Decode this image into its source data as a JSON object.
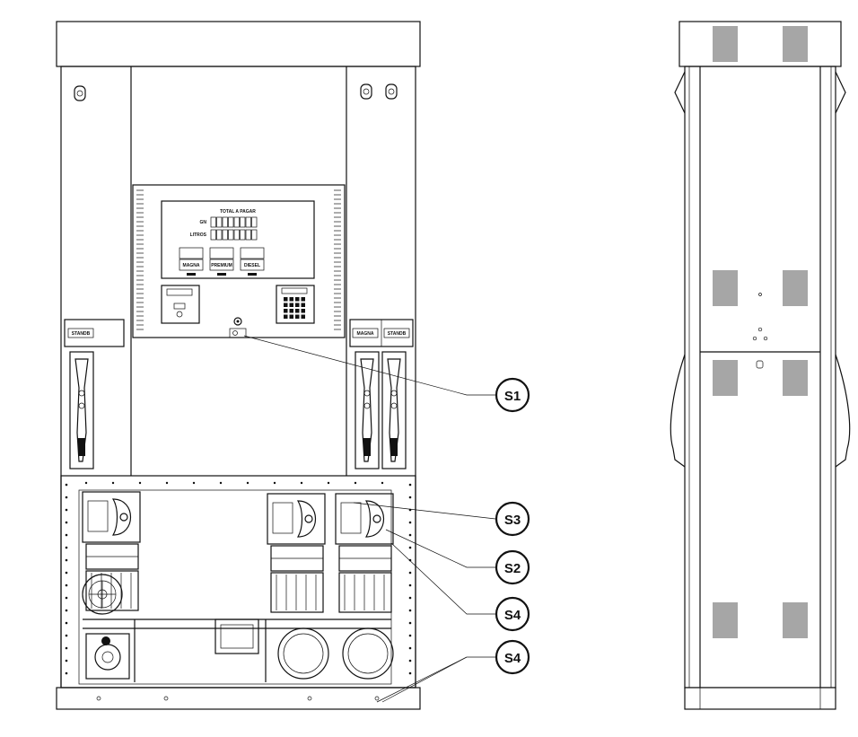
{
  "panel": {
    "title": "TOTAL A PAGAR",
    "row_labels": [
      "GN",
      "LITROS"
    ],
    "product_labels": [
      "MAGNA",
      "PREMIUM",
      "DIESEL"
    ]
  },
  "badges": {
    "left": "STANDB",
    "right_1": "MAGNA",
    "right_2": "STANDB"
  },
  "callouts": [
    {
      "id": "s1",
      "label": "S1"
    },
    {
      "id": "s3",
      "label": "S3"
    },
    {
      "id": "s2",
      "label": "S2"
    },
    {
      "id": "s4a",
      "label": "S4"
    },
    {
      "id": "s4b",
      "label": "S4"
    }
  ]
}
